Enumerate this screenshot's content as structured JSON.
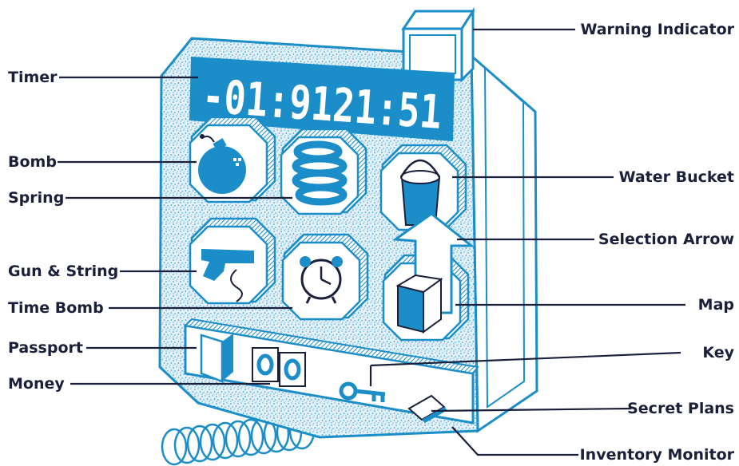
{
  "device": {
    "timer_display": "-01:9121:51",
    "accent_color": "#1b8ec9",
    "body_color": "#e8f4fb",
    "line_color": "#1a1f3a"
  },
  "labels": {
    "left": {
      "timer": "Timer",
      "bomb": "Bomb",
      "spring": "Spring",
      "gun_string": "Gun & String",
      "time_bomb": "Time Bomb",
      "passport": "Passport",
      "money": "Money"
    },
    "right": {
      "warning_indicator": "Warning Indicator",
      "water_bucket": "Water Bucket",
      "selection_arrow": "Selection Arrow",
      "map": "Map",
      "key": "Key",
      "secret_plans": "Secret Plans",
      "inventory_monitor": "Inventory Monitor"
    }
  },
  "icons": [
    "bomb-icon",
    "spring-icon",
    "water-bucket-icon",
    "gun-icon",
    "alarm-clock-icon",
    "map-icon",
    "up-arrow-icon",
    "passport-icon",
    "money-icon",
    "key-icon",
    "secret-plans-icon",
    "warning-light-icon"
  ]
}
